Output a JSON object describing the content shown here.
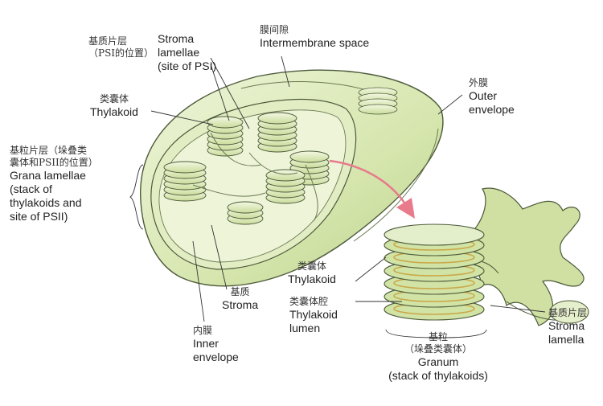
{
  "labels": {
    "stroma_lamellae": {
      "zh": "基质片层",
      "zh2": "（PSI的位置）",
      "en1": "Stroma",
      "en2": "lamellae",
      "en3": "(site of PSI)"
    },
    "intermembrane": {
      "zh": "膜间隙",
      "en": "Intermembrane space"
    },
    "outer": {
      "zh": "外膜",
      "en1": "Outer",
      "en2": "envelope"
    },
    "thylakoid_left": {
      "zh": "类囊体",
      "en": "Thylakoid"
    },
    "grana_lamellae": {
      "zh1": "基粒片层（垛叠类",
      "zh2": "囊体和PSII的位置）",
      "en1": "Grana lamellae",
      "en2": "(stack of",
      "en3": "thylakoids and",
      "en4": "site of PSII)"
    },
    "stroma": {
      "zh": "基质",
      "en": "Stroma"
    },
    "inner": {
      "zh": "内膜",
      "en1": "Inner",
      "en2": "envelope"
    },
    "thylakoid_right": {
      "zh": "类囊体",
      "en": "Thylakoid"
    },
    "thylakoid_lumen": {
      "zh": "类囊体腔",
      "en1": "Thylakoid",
      "en2": "lumen"
    },
    "stroma_lamella": {
      "zh": "基质片层",
      "en1": "Stroma",
      "en2": "lamella"
    },
    "granum": {
      "zh1": "基粒",
      "zh2": "（垛叠类囊体）",
      "en1": "Granum",
      "en2": "(stack of thylakoids)"
    }
  },
  "colors": {
    "membrane_fill": "#d7e6b0",
    "membrane_light": "#eaf2d3",
    "stroke": "#4d5a3a",
    "arrow": "#e87a8c",
    "lumen": "#c9a94a"
  }
}
